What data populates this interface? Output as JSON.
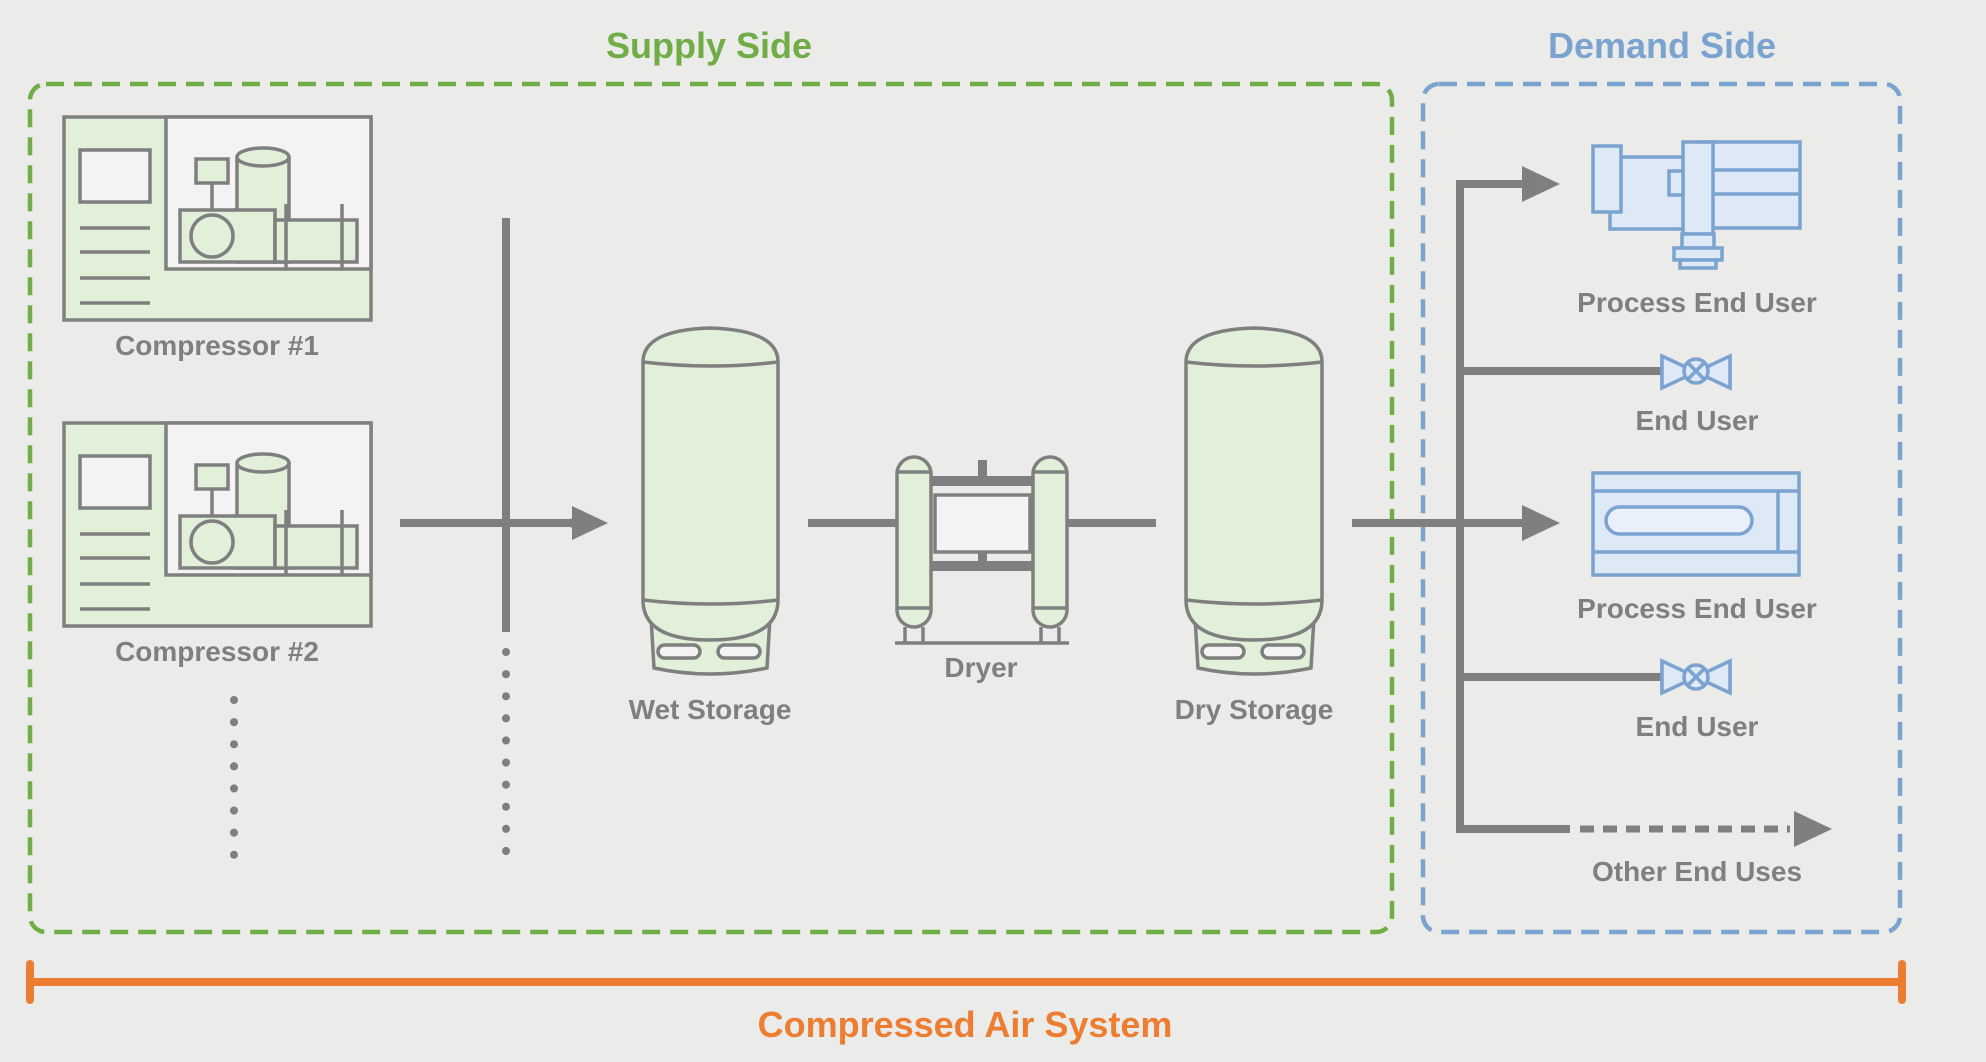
{
  "titles": {
    "supply": "Supply Side",
    "demand": "Demand Side",
    "system": "Compressed Air System"
  },
  "labels": {
    "compressor1": "Compressor #1",
    "compressor2": "Compressor #2",
    "wet_storage": "Wet Storage",
    "dryer": "Dryer",
    "dry_storage": "Dry Storage",
    "process_end_user_1": "Process End User",
    "end_user_1": "End User",
    "process_end_user_2": "Process End User",
    "end_user_2": "End User",
    "other_end_uses": "Other End Uses"
  },
  "colors": {
    "background": "#ebebe9",
    "supply": "#70ad47",
    "demand": "#7ba3d0",
    "system": "#ed7d31",
    "pipe": "#7f7f7f",
    "equipment_fill": "#e2efd9",
    "demand_fill": "#dde9f7"
  }
}
